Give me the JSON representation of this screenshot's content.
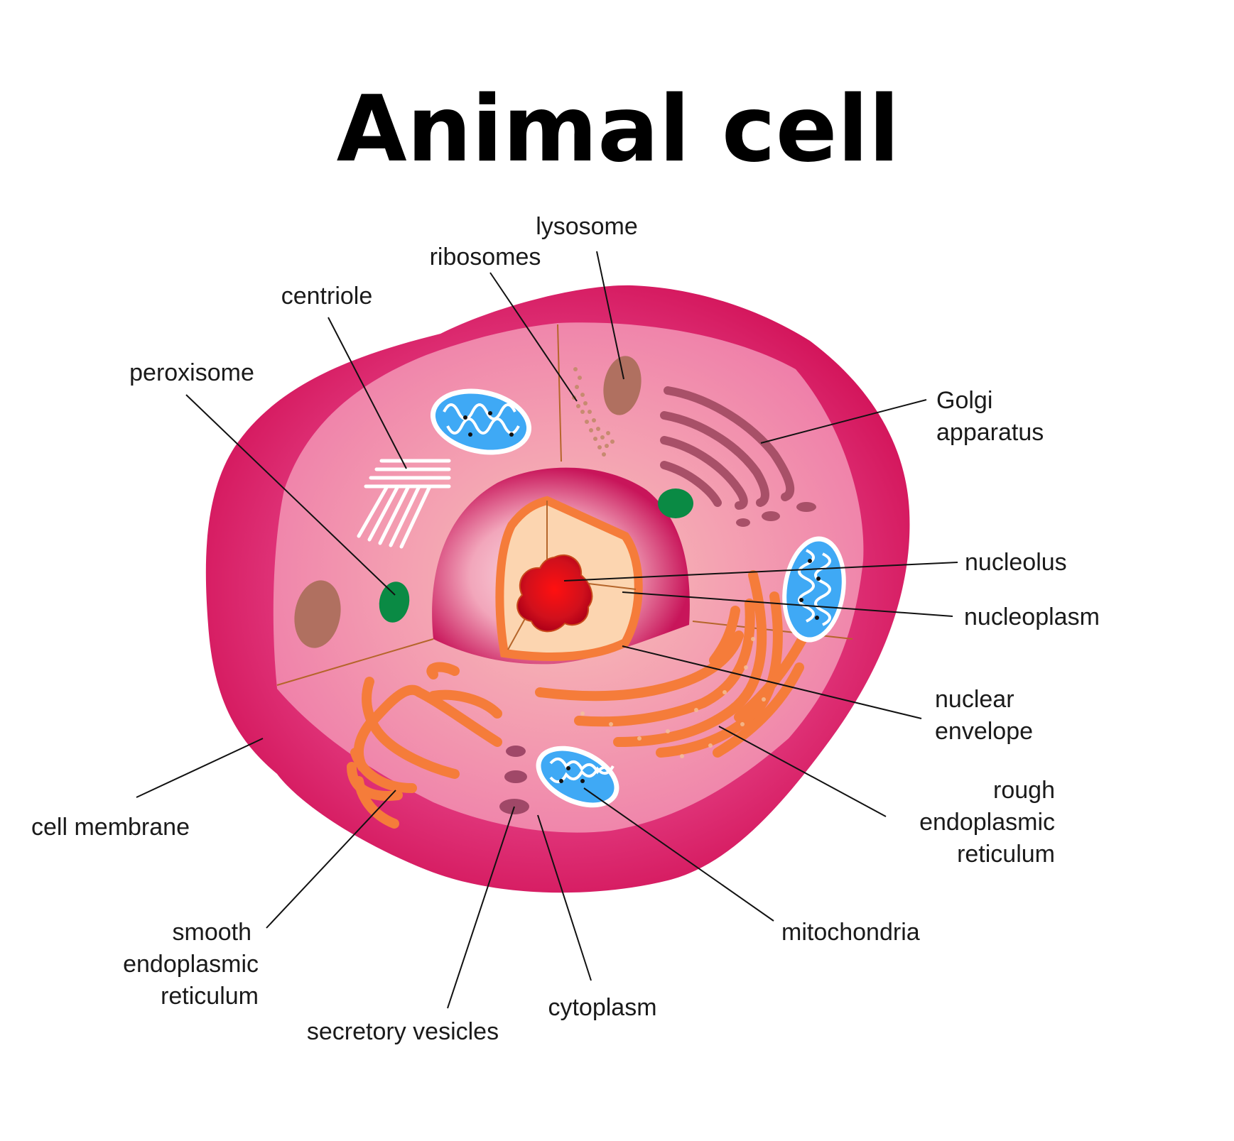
{
  "title": "Animal cell",
  "labels": {
    "lysosome": "lysosome",
    "ribosomes": "ribosomes",
    "centriole": "centriole",
    "peroxisome": "peroxisome",
    "golgi_1": "Golgi",
    "golgi_2": "apparatus",
    "nucleolus": "nucleolus",
    "nucleoplasm": "nucleoplasm",
    "nuclear_envelope_1": "nuclear",
    "nuclear_envelope_2": "envelope",
    "rough_er_1": "rough",
    "rough_er_2": "endoplasmic",
    "rough_er_3": "reticulum",
    "cell_membrane": "cell membrane",
    "smooth_er_1": "smooth",
    "smooth_er_2": "endoplasmic",
    "smooth_er_3": "reticulum",
    "mitochondria": "mitochondria",
    "cytoplasm": "cytoplasm",
    "secretory_vesicles": "secretory vesicles"
  },
  "colors": {
    "membrane": "#d81b60",
    "cytoplasm": "#f06292",
    "nucleus_shell": "#c2185b",
    "nucleoplasm": "#fcd5b0",
    "nucleolus": "#e00020",
    "er": "#f57c3a",
    "mitochondria": "#3fa9f5",
    "lysosome": "#b07060",
    "peroxisome": "#0a8a44",
    "golgi": "#a85068",
    "vesicle": "#a04868"
  }
}
